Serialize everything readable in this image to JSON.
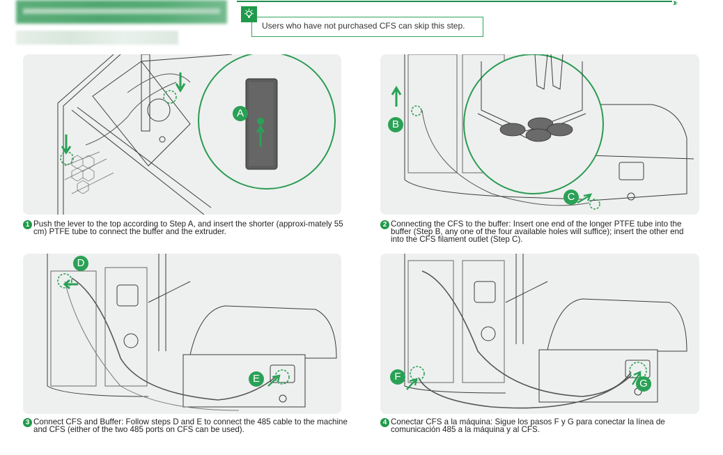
{
  "header": {
    "title_redacted": true,
    "subtitle_redacted": true
  },
  "tip": {
    "icon": "lightbulb-icon",
    "text": "Users who have not purchased CFS can skip this step."
  },
  "colors": {
    "accent": "#1f9a4a",
    "rule": "#1f8f4e",
    "panel_bg": "#eef0ef"
  },
  "steps": [
    {
      "number": "1",
      "text": "Push the lever to the top according to Step A, and insert the shorter (approxi-mately 55 cm) PTFE tube to connect the buffer and the extruder.",
      "labels": [
        "A"
      ]
    },
    {
      "number": "2",
      "text": "Connecting the CFS to the buffer: Insert one end of the longer PTFE tube into the buffer (Step B, any one of the four available holes will suffice); insert the other end into the CFS filament outlet (Step C).",
      "labels": [
        "B",
        "C"
      ]
    },
    {
      "number": "3",
      "text": "Connect CFS and Buffer: Follow steps D and E to connect the 485 cable to the machine and CFS (either of the two 485 ports on CFS can be used).",
      "labels": [
        "D",
        "E"
      ]
    },
    {
      "number": "4",
      "text": "Conectar CFS a la máquina: Sigue los pasos F y G para conectar la línea de comunicación 485 a la máquina y al CFS.",
      "labels": [
        "F",
        "G"
      ]
    }
  ]
}
